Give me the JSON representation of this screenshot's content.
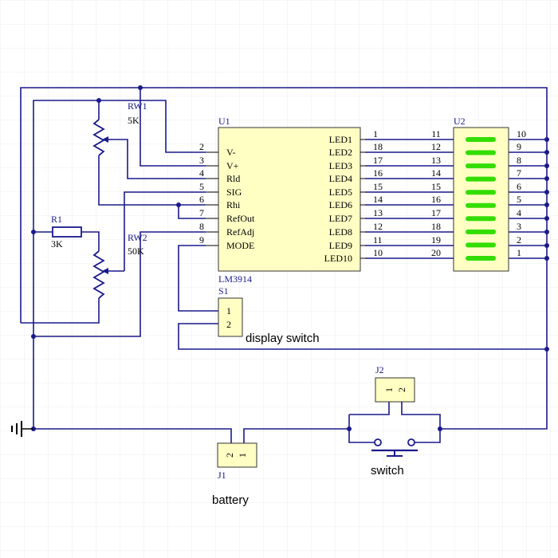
{
  "u1": {
    "ref": "U1",
    "part": "LM3914",
    "left_pins": [
      {
        "num": "2",
        "name": "V-"
      },
      {
        "num": "3",
        "name": "V+"
      },
      {
        "num": "4",
        "name": "Rld"
      },
      {
        "num": "5",
        "name": "SIG"
      },
      {
        "num": "6",
        "name": "Rhi"
      },
      {
        "num": "7",
        "name": "RefOut"
      },
      {
        "num": "8",
        "name": "RefAdj"
      },
      {
        "num": "9",
        "name": "MODE"
      }
    ],
    "right_pins": [
      {
        "num": "1",
        "name": "LED1"
      },
      {
        "num": "18",
        "name": "LED2"
      },
      {
        "num": "17",
        "name": "LED3"
      },
      {
        "num": "16",
        "name": "LED4"
      },
      {
        "num": "15",
        "name": "LED5"
      },
      {
        "num": "14",
        "name": "LED6"
      },
      {
        "num": "13",
        "name": "LED7"
      },
      {
        "num": "12",
        "name": "LED8"
      },
      {
        "num": "11",
        "name": "LED9"
      },
      {
        "num": "10",
        "name": "LED10"
      }
    ]
  },
  "u2": {
    "ref": "U2",
    "left_pins": [
      "11",
      "12",
      "13",
      "14",
      "15",
      "16",
      "17",
      "18",
      "19",
      "20"
    ],
    "right_pins": [
      "10",
      "9",
      "8",
      "7",
      "6",
      "5",
      "4",
      "3",
      "2",
      "1"
    ],
    "segment_color": "#33dd00"
  },
  "rw1": {
    "ref": "RW1",
    "value": "5K"
  },
  "rw2": {
    "ref": "RW2",
    "value": "50K"
  },
  "r1": {
    "ref": "R1",
    "value": "3K"
  },
  "s1": {
    "ref": "S1",
    "pins": [
      "1",
      "2"
    ],
    "caption": "display switch"
  },
  "j2": {
    "ref": "J2",
    "pins": [
      "1",
      "2"
    ]
  },
  "j1": {
    "ref": "J1",
    "pins": [
      "2",
      "1"
    ],
    "caption": "battery"
  },
  "sw": {
    "caption": "switch"
  },
  "colors": {
    "wire": "#1a1a8c",
    "component_fill": "#ffffc4",
    "led_on": "#33dd00"
  }
}
